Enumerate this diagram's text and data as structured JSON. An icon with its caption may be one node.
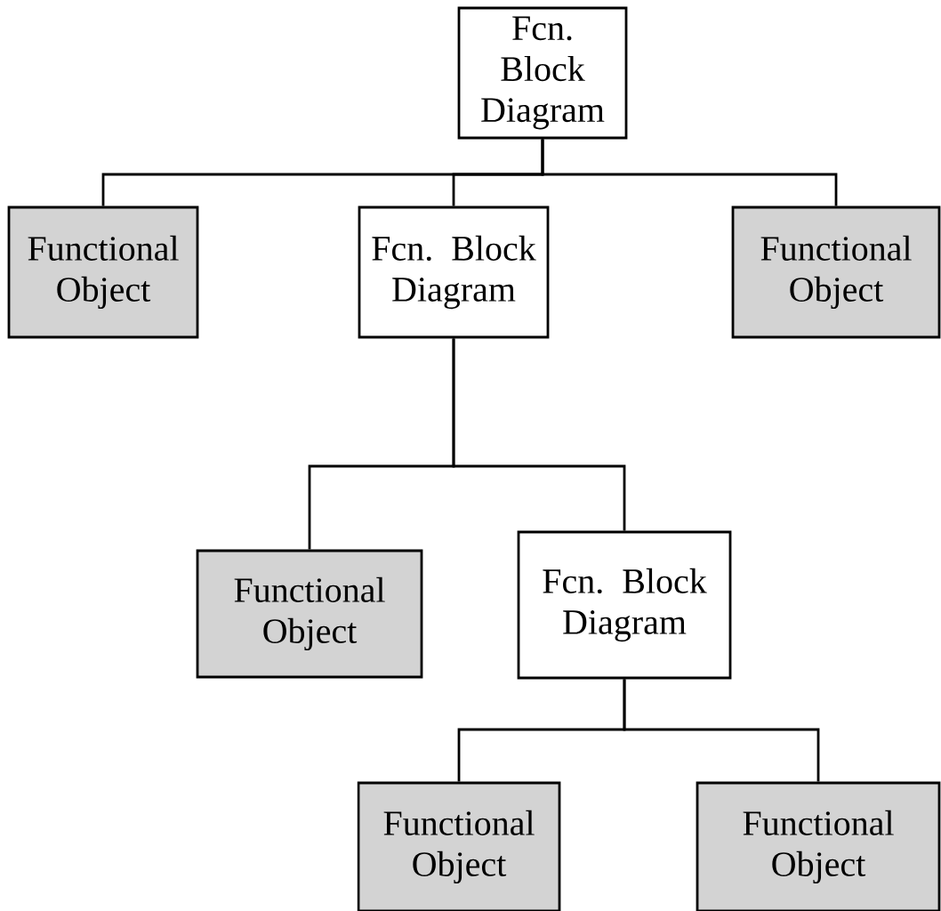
{
  "diagram": {
    "nodes": [
      {
        "text": [
          "Fcn. Block Diagram"
        ]
      },
      {
        "text": [
          "Functional Object"
        ]
      },
      {
        "text": [
          "Fcn. Block Diagram"
        ]
      },
      {
        "text": [
          "Functional Object"
        ]
      },
      {
        "text": [
          "Functional Object"
        ]
      },
      {
        "text": [
          "Fcn. Block Diagram"
        ]
      },
      {
        "text": [
          "Functional Object"
        ]
      },
      {
        "text": [
          "Functional Object"
        ]
      }
    ],
    "edges": [
      {
        "from": 0,
        "to": 1,
        "arrow": "none"
      },
      {
        "from": 0,
        "to": 2,
        "arrow": "none"
      },
      {
        "from": 0,
        "to": 3,
        "arrow": "none"
      },
      {
        "from": 2,
        "to": 4,
        "arrow": "none"
      },
      {
        "from": 2,
        "to": 5,
        "arrow": "none"
      },
      {
        "from": 5,
        "to": 6,
        "arrow": "none"
      },
      {
        "from": 5,
        "to": 7,
        "arrow": "none"
      }
    ]
  }
}
